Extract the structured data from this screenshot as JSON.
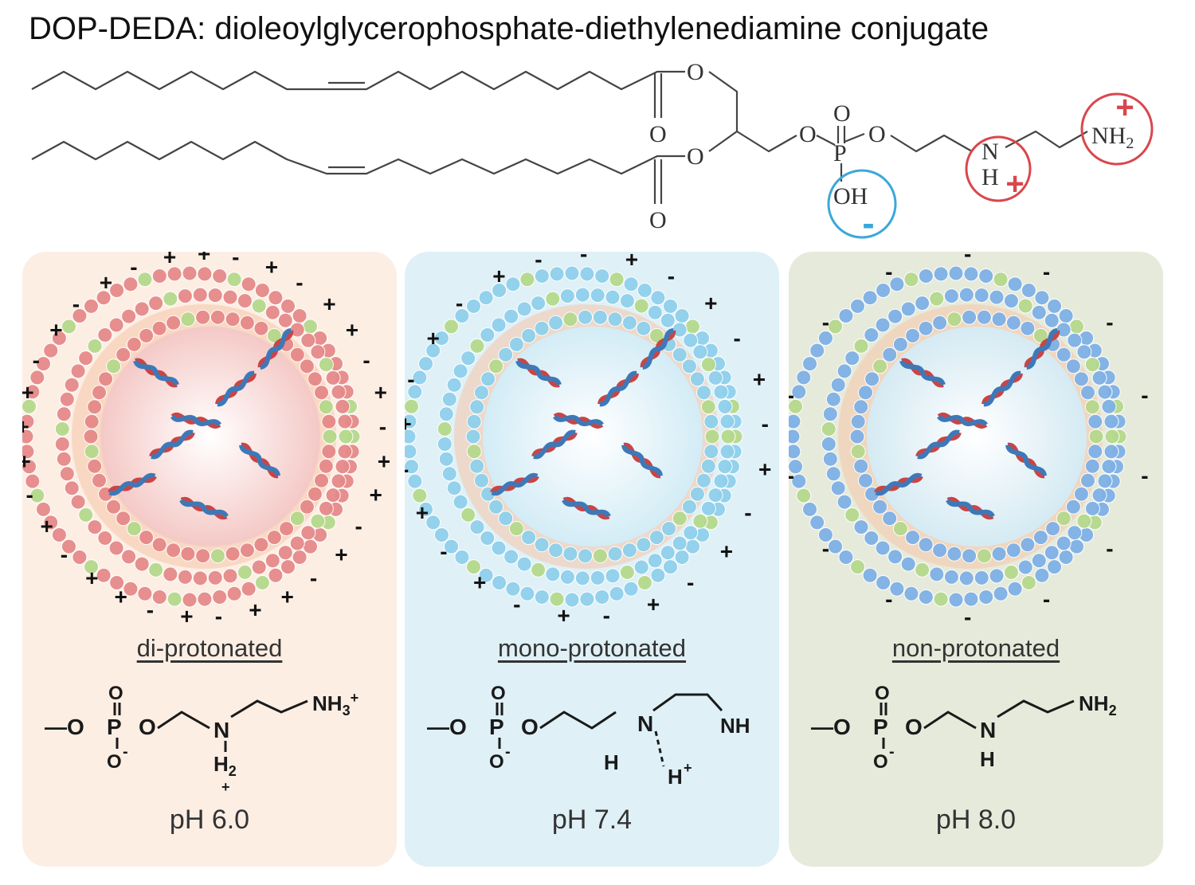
{
  "title": "DOP-DEDA: dioleoylglycerophosphate-diethylenediamine conjugate",
  "structure": {
    "atoms": {
      "o1": "O",
      "o2": "O",
      "o3": "O",
      "o4": "O",
      "o5": "O",
      "o6": "O",
      "p": "P",
      "p_o": "O",
      "oh": "OH",
      "n": "N",
      "h": "H",
      "nh2": "NH",
      "nh2_sub": "2"
    },
    "charges": {
      "phosphate": {
        "sign": "-",
        "color": "#3aa8d8"
      },
      "amine": {
        "sign": "+",
        "color": "#d9474d"
      },
      "terminal_amine": {
        "sign": "+",
        "color": "#d9474d"
      }
    }
  },
  "colors": {
    "panel_di": "#fdeee4",
    "panel_mono": "#dff0f7",
    "panel_non": "#e6eadb",
    "lipid_di": "#e58a8a",
    "lipid_mono": "#8fd0ec",
    "lipid_non": "#7fb1e6",
    "helper_lipid": "#b5d98c",
    "tail": "#f6c7a8"
  },
  "states": [
    {
      "label": "di-protonated",
      "ph": "pH 6.0",
      "charge_signs": [
        "+",
        "-",
        "+",
        "-",
        "+",
        "+",
        "-",
        "+",
        "-",
        "+",
        "+",
        "-",
        "+",
        "-",
        "+",
        "+",
        "-",
        "+",
        "-",
        "+",
        "+",
        "-",
        "+",
        "-",
        "+",
        "+",
        "+",
        "-",
        "+",
        "-",
        "+",
        "-",
        "+"
      ],
      "chem": {
        "left": "—O",
        "p": "P",
        "o_top": "O",
        "o_bottom": "O",
        "minus": "-",
        "o_right": "O",
        "n": "N",
        "h2": "H",
        "h2_sub": "2",
        "plus_n": "+",
        "terminal": "NH",
        "terminal_sub": "3",
        "terminal_charge": "+"
      }
    },
    {
      "label": "mono-protonated",
      "ph": "pH 7.4",
      "charge_signs": [
        "-",
        "+",
        "-",
        "+",
        "-",
        "+",
        "-",
        "+",
        "-",
        "+",
        "-",
        "+",
        "-",
        "+",
        "-",
        "+",
        "-",
        "+",
        "-",
        "+",
        "-",
        "+",
        "-",
        "+",
        "-"
      ],
      "chem": {
        "left": "—O",
        "p": "P",
        "o_top": "O",
        "o_bottom": "O",
        "minus": "-",
        "o_right": "O",
        "n": "N",
        "h_left": "H",
        "nh": "NH",
        "h_bridge": "H",
        "plus_bridge": "+"
      }
    },
    {
      "label": "non-protonated",
      "ph": "pH 8.0",
      "charge_signs": [
        "-",
        "-",
        "-",
        "-",
        "-",
        "-",
        "-",
        "-",
        "-",
        "-",
        "-",
        "-",
        "-",
        "-"
      ],
      "chem": {
        "left": "—O",
        "p": "P",
        "o_top": "O",
        "o_bottom": "O",
        "minus": "-",
        "o_right": "O",
        "n": "N",
        "h_below": "H",
        "terminal": "NH",
        "terminal_sub": "2"
      }
    }
  ]
}
